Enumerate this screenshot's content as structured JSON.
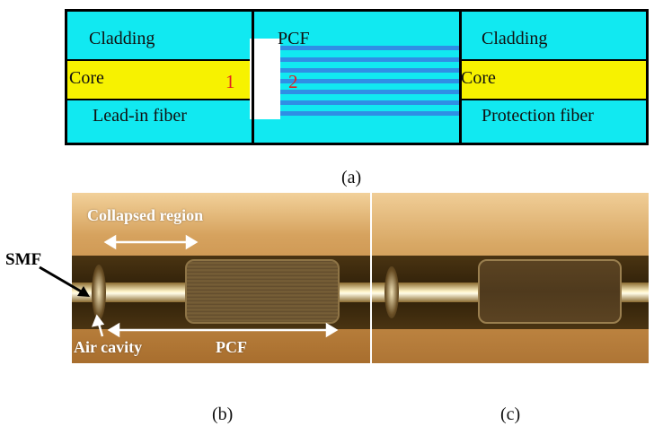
{
  "schematic": {
    "left_fiber": {
      "cladding_top": "Cladding",
      "core": "Core",
      "name": "Lead-in fiber"
    },
    "middle": {
      "label": "PCF"
    },
    "right_fiber": {
      "cladding_top": "Cladding",
      "core": "Core",
      "name": "Protection fiber"
    },
    "interface_1": "1",
    "interface_2": "2",
    "caption": "(a)"
  },
  "micrograph_b": {
    "collapsed_region": "Collapsed region",
    "smf": "SMF",
    "air_cavity": "Air cavity",
    "pcf": "PCF",
    "caption": "(b)"
  },
  "micrograph_c": {
    "caption": "(c)"
  },
  "colors": {
    "cladding": "#11e9f1",
    "core": "#f7f200",
    "pcf_holes": "#2f8fe5",
    "interface_numbers": "#e42020"
  }
}
